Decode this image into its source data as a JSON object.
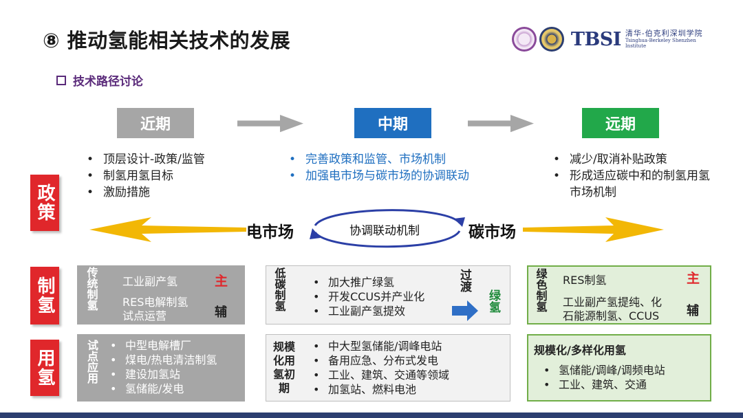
{
  "title": "⑧ 推动氢能相关技术的发展",
  "logo": {
    "text": "TBSI",
    "cn": "清华-伯克利深圳学院",
    "en": "Tsinghua-Berkeley Shenzhen Institute"
  },
  "subhead": "技术路径讨论",
  "phases": {
    "near": "近期",
    "mid": "中期",
    "far": "远期"
  },
  "policy": {
    "label": "政策",
    "near": [
      "顶层设计-政策/监管",
      "制氢用氢目标",
      "激励措施"
    ],
    "mid": [
      "完善政策和监管、市场机制",
      "加强电市场与碳市场的协调联动"
    ],
    "far": [
      "减少/取消补贴政策",
      "形成适应碳中和的制氢用氢市场机制"
    ],
    "electricity_market": "电市场",
    "carbon_market": "碳市场",
    "linkage": "协调联动机制"
  },
  "production": {
    "label": "制氢",
    "near": {
      "heading": "传统制氢",
      "main_item": "工业副产氢",
      "main_tag": "主",
      "aux_item_1": "RES电解制氢",
      "aux_item_2": "试点运营",
      "aux_tag": "辅"
    },
    "mid": {
      "heading": "低碳制氢",
      "items": [
        "加大推广绿氢",
        "开发CCUS并产业化",
        "工业副产氢提效"
      ],
      "transition": "过渡",
      "target": "绿氢"
    },
    "far": {
      "heading": "绿色制氢",
      "main_item": "RES制氢",
      "main_tag": "主",
      "aux_item_1": "工业副产氢提纯、化",
      "aux_item_2": "石能源制氢、CCUS",
      "aux_tag": "辅"
    }
  },
  "usage": {
    "label": "用氢",
    "near": {
      "heading": "试点应用",
      "items": [
        "中型电解槽厂",
        "煤电/热电清洁制氢",
        "建设加氢站",
        "氢储能/发电"
      ]
    },
    "mid": {
      "heading": "规模化用氢初期",
      "items": [
        "中大型氢储能/调峰电站",
        "备用应急、分布式发电",
        "工业、建筑、交通等领域",
        "加氢站、燃料电池"
      ]
    },
    "far": {
      "heading": "规模化/多样化用氢",
      "items": [
        "氢储能/调峰/调频电站",
        "工业、建筑、交通"
      ]
    }
  },
  "colors": {
    "red": "#e0272b",
    "blue": "#1f6fc0",
    "green": "#22a84a",
    "grey": "#a6a6a6",
    "gold": "#f2b705",
    "purple": "#5a2a7a"
  }
}
